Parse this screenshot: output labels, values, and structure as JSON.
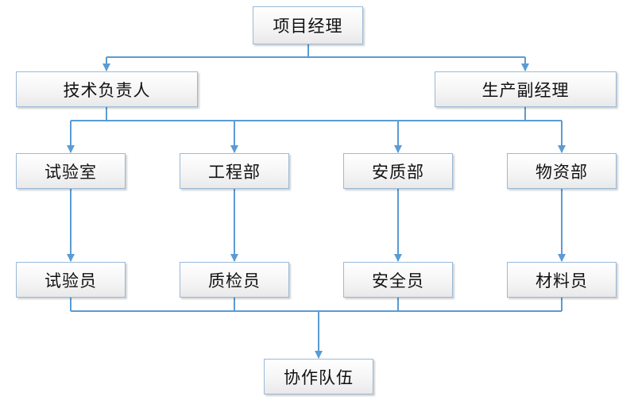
{
  "chart": {
    "line_color": "#5b9bd5",
    "box_border_color": "#9ab9d8",
    "nodes": {
      "project_manager": "项目经理",
      "technical_lead": "技术负责人",
      "deputy_production_manager": "生产副经理",
      "laboratory": "试验室",
      "engineering_dept": "工程部",
      "safety_quality_dept": "安质部",
      "materials_dept": "物资部",
      "tester": "试验员",
      "quality_inspector": "质检员",
      "safety_officer": "安全员",
      "materials_clerk": "材料员",
      "work_team": "协作队伍"
    }
  }
}
